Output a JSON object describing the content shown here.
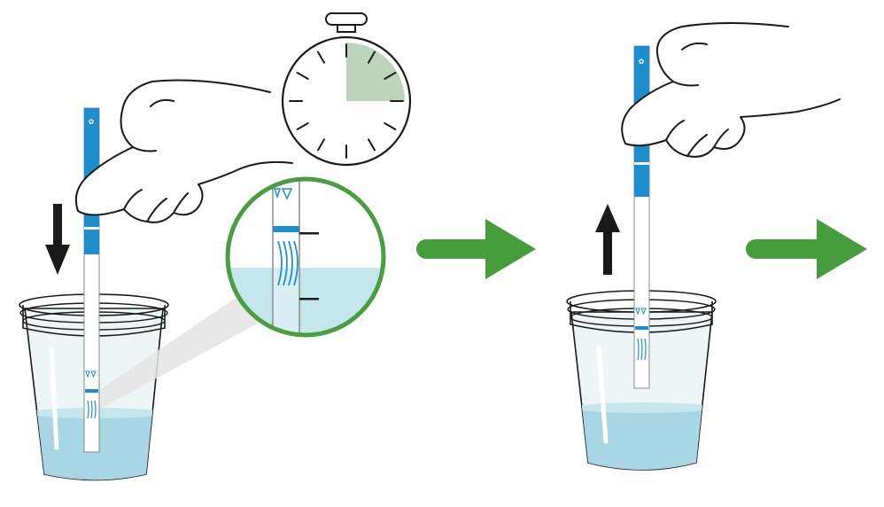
{
  "figure": {
    "steps": [
      "dip-strip",
      "wait-timer",
      "withdraw-strip"
    ]
  },
  "colors": {
    "strip_blue": "#1e8fcc",
    "water_light": "#c6e6ee",
    "water_mid": "#a9d6e4",
    "arrow_green": "#479c3e",
    "timer_fill": "#bdd6bb",
    "zoom_ring": "#4a9d43",
    "outline": "#1a1a1a",
    "cup_fill": "#eef5f7"
  },
  "icons": {
    "down": "arrow-down-icon",
    "up": "arrow-up-icon",
    "next": "arrow-right-icon",
    "timer": "stopwatch-icon",
    "hand": "hand-icon",
    "cup": "cup-icon",
    "strip": "test-strip-icon",
    "zoom": "magnifier-icon"
  },
  "timer": {
    "elapsed_fraction": 0.25
  }
}
